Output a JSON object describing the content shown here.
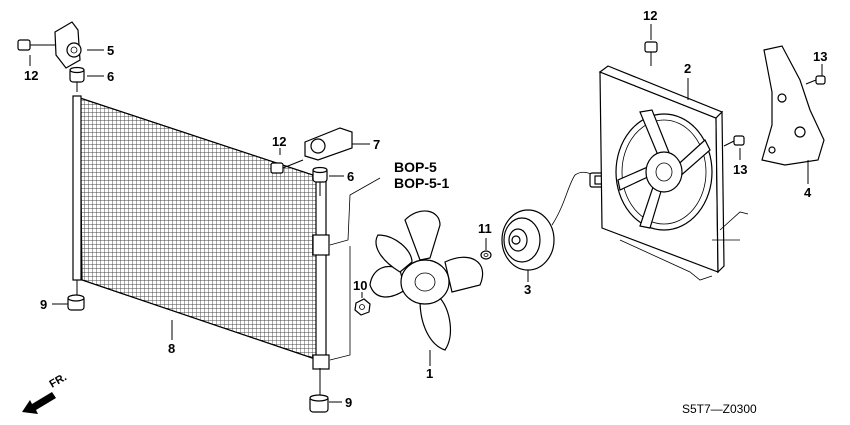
{
  "callouts": {
    "n1": "1",
    "n2": "2",
    "n3": "3",
    "n4": "4",
    "n5": "5",
    "n6a": "6",
    "n6b": "6",
    "n7": "7",
    "n8": "8",
    "n9a": "9",
    "n9b": "9",
    "n10": "10",
    "n11": "11",
    "n12a": "12",
    "n12b": "12",
    "n12c": "12",
    "n13a": "13",
    "n13b": "13"
  },
  "references": {
    "line1": "BOP-5",
    "line2": "BOP-5-1"
  },
  "direction_label": "FR.",
  "diagram_code": "S5T7—Z0300"
}
